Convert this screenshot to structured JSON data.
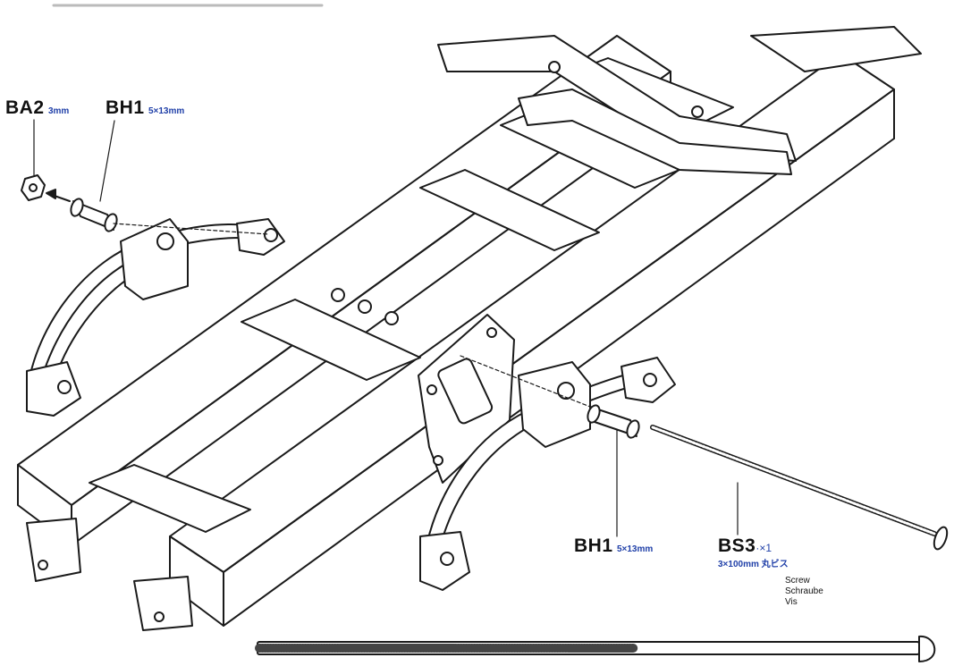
{
  "top_note": "(faint, cropped instruction text)",
  "labels": {
    "ba2": {
      "code": "BA2",
      "spec": "3mm"
    },
    "bh1_top": {
      "code": "BH1",
      "spec": "5×13mm"
    },
    "bh1_bottom": {
      "code": "BH1",
      "spec": "5×13mm"
    },
    "bs3": {
      "code": "BS3",
      "qty": "·×1",
      "spec": "3×100mm 丸ビス",
      "names": [
        "Screw",
        "Schraube",
        "Vis"
      ]
    }
  },
  "colors": {
    "line": "#1a1a1a",
    "label_blue": "#1f3fa8",
    "background": "#ffffff"
  }
}
